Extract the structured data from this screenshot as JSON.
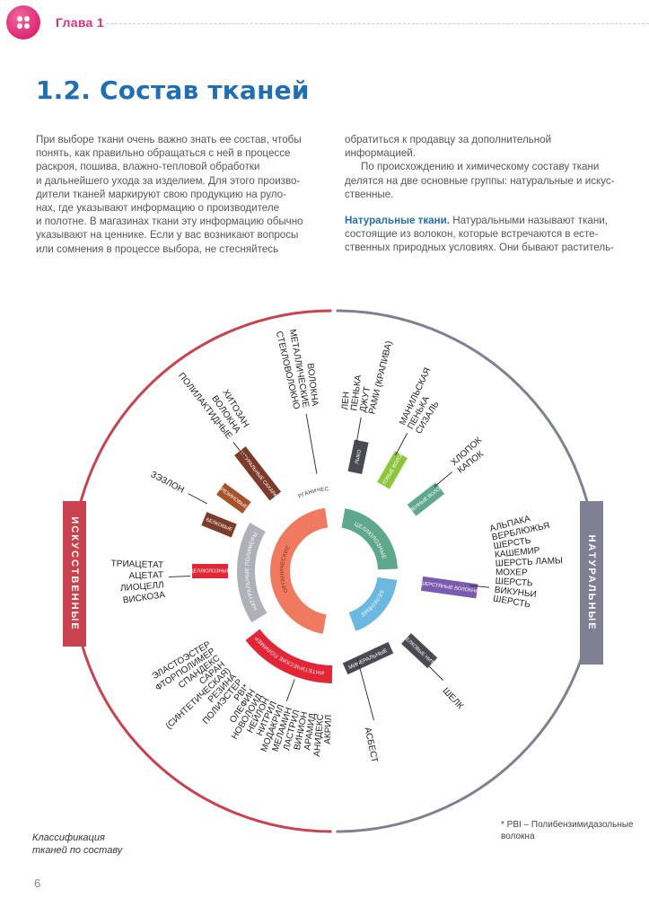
{
  "header": {
    "chapter": "Глава 1",
    "icon": "button-icon"
  },
  "title": "1.2. Состав тканей",
  "text": {
    "col1": [
      "При выборе ткани очень важно знать ее состав, чтобы",
      "понять, как правильно обращаться с ней в процессе",
      "раскроя, пошива, влажно-тепловой обработки",
      "и дальнейшего ухода за изделием. Для этого произво-",
      "дители тканей маркируют свою продукцию на руло-",
      "нах, где указывают информацию о производителе",
      "и полотне. В магазинах ткани эту информацию обычно",
      "указывают на ценнике. Если у вас возникают вопросы",
      "или сомнения в процессе выбора, не стесняйтесь"
    ],
    "col2_para1": [
      "обратиться к продавцу за дополнительной",
      "информацией."
    ],
    "col2_para2": [
      "По происхождению и химическому составу ткани",
      "делятся на две основные группы: натуральные и искус-",
      "ственные."
    ],
    "col2_heading": "Натуральные ткани.",
    "col2_para3": [
      " Натуральными называют ткани,",
      "состоящие из волокон, которые встречаются в есте-",
      "ственных природных условиях. Они бывают раститель-"
    ]
  },
  "diagram": {
    "side_labels": {
      "left": "ИСКУССТВЕННЫЕ",
      "right": "НАТУРАЛЬНЫЕ"
    },
    "inner_left": "ОРГАНИЧЕСКИЕ",
    "inner_left_ring": "НАТУРАЛЬНЫЕ ПОЛИМЕРЫ",
    "synthetic": "СИНТЕТИЧЕСКИЕ ПОЛИМЕРЫ",
    "inorganic_left": "НЕОРГАНИЧЕСКИЕ",
    "inorganic_right": "МИНЕРАЛЬНЫЕ",
    "cellulose": "ЦЕЛЛЮЛОЗНЫЕ",
    "protein": "БЕЛКОВЫЕ",
    "cats_right": [
      "ЛЫКО",
      "ЛИСТОВЫЕ ВОЛОКНА",
      "СЕМЕННЫЕ ВОЛОКНА",
      "ШЕРСТЯНЫЕ ВОЛОКНА",
      "ШЕЛКОВЫЕ НИТИ"
    ],
    "cats_left": [
      "НАТУРАЛЬНЫЕ САХАРА",
      "РЕЗИНОВЫЕ",
      "БЕЛКОВЫЕ",
      "ЦЕЛЛЮЛОЗНЫЕ"
    ],
    "leaves_bast": [
      "ЛЕН",
      "ПЕНЬКА",
      "ДЖУТ",
      "РАМИ (КРАПИВА)"
    ],
    "leaves_leaf": [
      "МАНИЛЬСКАЯ",
      "ПЕНЬКА",
      "СИЗАЛЬ"
    ],
    "leaves_seed": [
      "ХЛОПОК",
      "КАПОК"
    ],
    "leaves_wool": [
      "АЛЬПАКА",
      "ВЕРБЛЮЖЬЯ",
      "ШЕРСТЬ",
      "КАШЕМИР",
      "ШЕРСТЬ ЛАМЫ",
      "МОХЕР",
      "ШЕРСТЬ",
      "ВИКУНЬИ",
      "ШЕРСТЬ"
    ],
    "leaf_silk": "ШЕЛК",
    "leaf_asbestos": "АСБЕСТ",
    "leaves_inorg": [
      "СТЕКЛОВОЛОКНО",
      "МЕТАЛЛИЧЕСКИЕ",
      "ВОЛОКНА"
    ],
    "leaves_sugar": [
      "ПОЛИЛАКТИДНЫЕ",
      "ВОЛОКНА",
      "ХИТОЗАН"
    ],
    "leaf_protein_left": "ЗЭЗЛОН",
    "leaves_cell_left": [
      "ВИСКОЗА",
      "ЛИОЦЕЛЛ",
      "АЦЕТАТ",
      "ТРИАЦЕТАТ"
    ],
    "leaves_synth": [
      "АКРИЛ",
      "АНИДЕКС",
      "АРАМИД",
      "ВИНИОН",
      "ЛАСТРИЛ",
      "МЕЛАМИН",
      "МОДАКРИЛ",
      "НИТРИЛ",
      "НЕЙЛОН",
      "НОВОЛОИД",
      "ОЛЕФИН",
      "PBI*",
      "ПОЛИЭСТЕР",
      "РЕЗИНА",
      "(СИНТЕТИЧЕСКАЯ)",
      "САРАН",
      "СПАНДЕКС",
      "ФТОРПОЛИМЕР",
      "ЭЛАСТОЭСТЕР"
    ],
    "colors": {
      "left_ring": "#c9424f",
      "right_ring": "#7f8094",
      "salmon": "#f07a60",
      "grey": "#b0b0b8",
      "red": "#e32636",
      "teal": "#5fa88e",
      "blue": "#6bb8e0",
      "dark": "#4a4a55",
      "purple": "#7a5bb0",
      "green": "#8cc63f",
      "brown": "#7d3c2a",
      "orange": "#a8522a"
    }
  },
  "caption": [
    "Классификация",
    "тканей по составу"
  ],
  "footnote": [
    "* PBI – Полибензимидазольные",
    "волокна"
  ],
  "page_number": "6"
}
